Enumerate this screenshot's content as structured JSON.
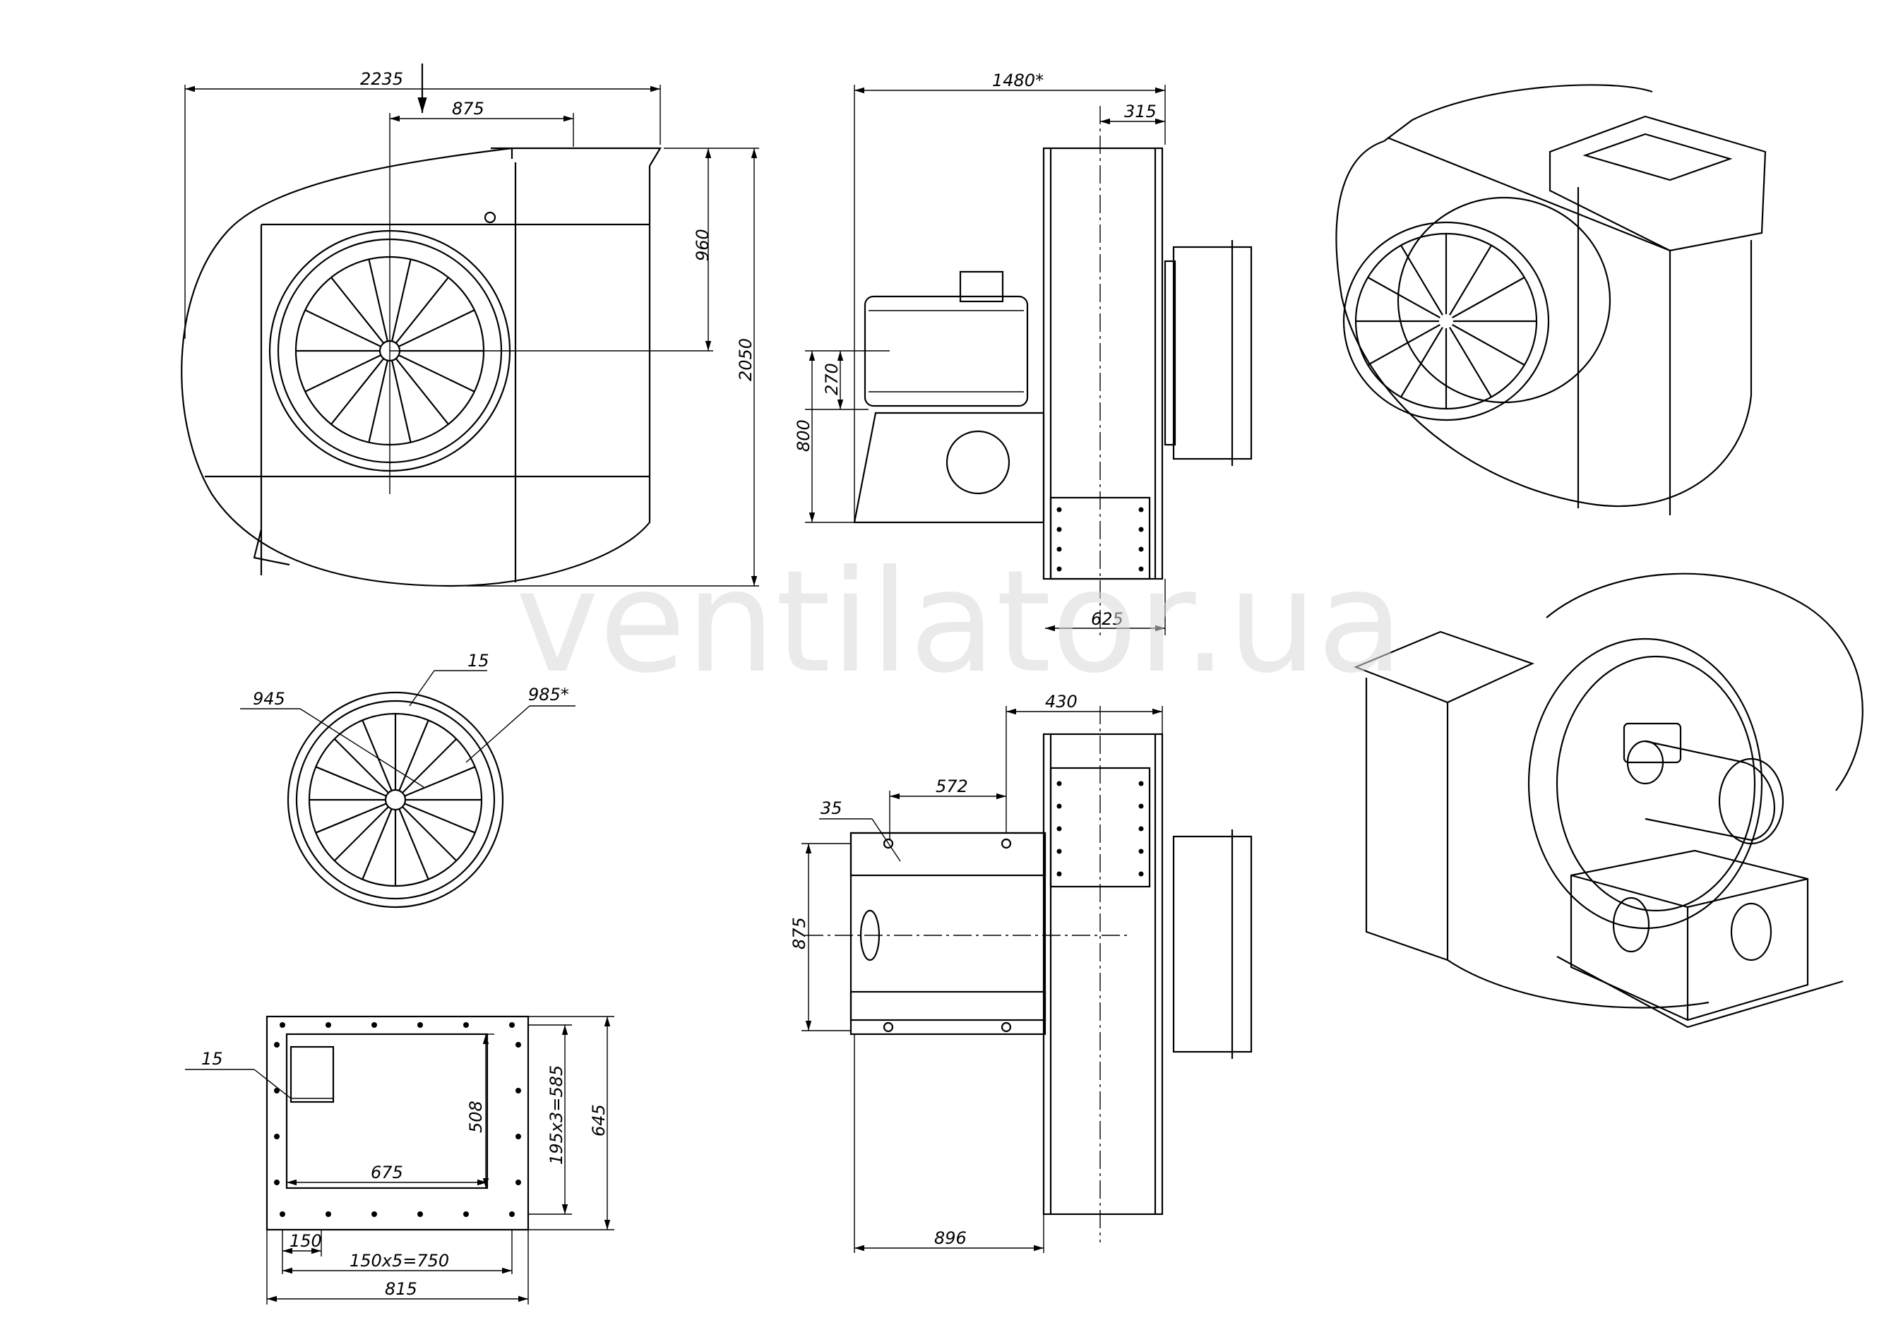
{
  "watermark": "ventilator.ua",
  "front_view": {
    "overall_width": "2235",
    "outlet_offset": "875",
    "outlet_height": "960",
    "overall_height": "2050"
  },
  "side_view": {
    "overall_length": "1480*",
    "outlet_depth": "315",
    "shaft_height": "270",
    "base_height": "800",
    "bottom_width": "625"
  },
  "impeller": {
    "inner_diameter": "945",
    "blade_thickness": "15",
    "outer_diameter": "985*"
  },
  "inlet_flange": {
    "plate_thickness": "15",
    "opening_height": "508",
    "hole_spacing_vertical": "195x3=585",
    "overall_height": "645",
    "opening_width": "675",
    "first_hole": "150",
    "hole_spacing_horizontal": "150x5=750",
    "overall_width": "815"
  },
  "top_view": {
    "housing_width": "430",
    "frame_offset": "572",
    "hole_diameter": "35",
    "frame_depth": "875",
    "base_length": "896"
  }
}
